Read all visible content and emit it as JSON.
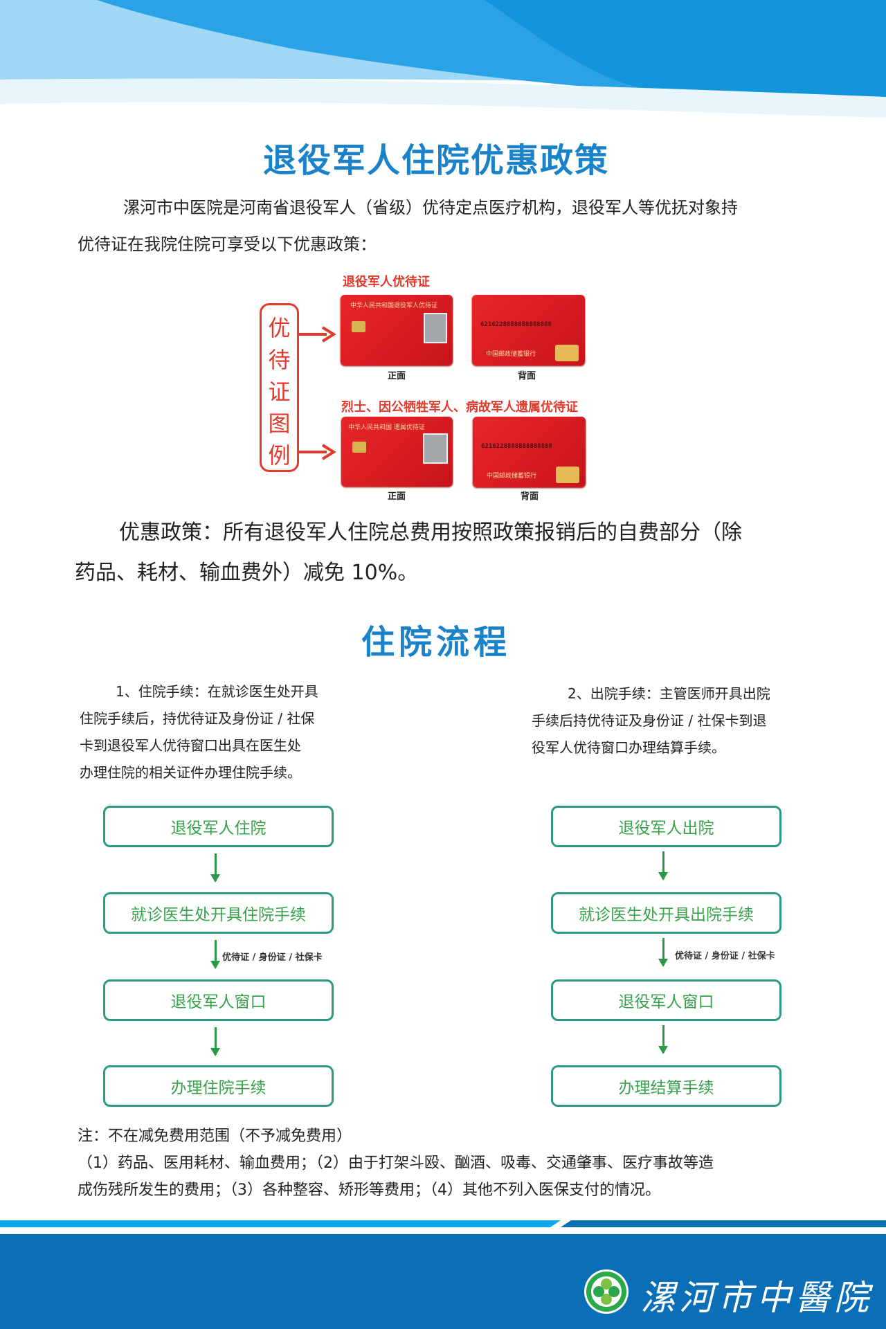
{
  "header": {
    "title": "退役军人住院优惠政策"
  },
  "intro": {
    "line1": "漯河市中医院是河南省退役军人（省级）优待定点医疗机构，退役军人等优抚对象持",
    "line2": "优待证在我院住院可享受以下优惠政策："
  },
  "cards": {
    "side_label": [
      "优",
      "待",
      "证",
      "图",
      "例"
    ],
    "group1_label": "退役军人优待证",
    "group2_label": "烈士、因公牺牲军人、病故军人遗属优待证",
    "front_caption": "正面",
    "back_caption": "背面",
    "front1_title": "中华人民共和国退役军人优待证",
    "front2_title": "中华人民共和国 遗属优待证",
    "card_number": "6216228888888888888",
    "bank_name": "中国邮政储蓄银行"
  },
  "policy": {
    "line1": "优惠政策：所有退役军人住院总费用按照政策报销后的自费部分（除",
    "line2": "药品、耗材、输血费外）减免 10%。"
  },
  "process": {
    "title": "住院流程",
    "admission": {
      "lines": [
        "1、住院手续：在就诊医生处开具",
        "住院手续后，持优待证及身份证 / 社保",
        "卡到退役军人优待窗口出具在医生处",
        "办理住院的相关证件办理住院手续。"
      ],
      "steps": [
        "退役军人住院",
        "就诊医生处开具住院手续",
        "退役军人窗口",
        "办理住院手续"
      ],
      "arrow_note": "优待证 / 身份证 / 社保卡"
    },
    "discharge": {
      "lines": [
        "2、出院手续：主管医师开具出院",
        "手续后持优待证及身份证 / 社保卡到退",
        "役军人优待窗口办理结算手续。"
      ],
      "steps": [
        "退役军人出院",
        "就诊医生处开具出院手续",
        "退役军人窗口",
        "办理结算手续"
      ],
      "arrow_note": "优待证 / 身份证 / 社保卡"
    }
  },
  "note": {
    "line1": "注：不在减免费用范围（不予减免费用）",
    "line2": "（1）药品、医用耗材、输血费用；（2）由于打架斗殴、酗酒、吸毒、交通肇事、医疗事故等造",
    "line3": "成伤残所发生的费用；（3）各种整容、矫形等费用；（4）其他不列入医保支付的情况。"
  },
  "footer": {
    "hospital_name": "漯河市中醫院"
  },
  "colors": {
    "title_blue": "#1a82c8",
    "box_border": "#2b9a80",
    "box_text": "#36a24a",
    "card_red": "#e8262a",
    "footer_blue": "#0a6fb7"
  }
}
